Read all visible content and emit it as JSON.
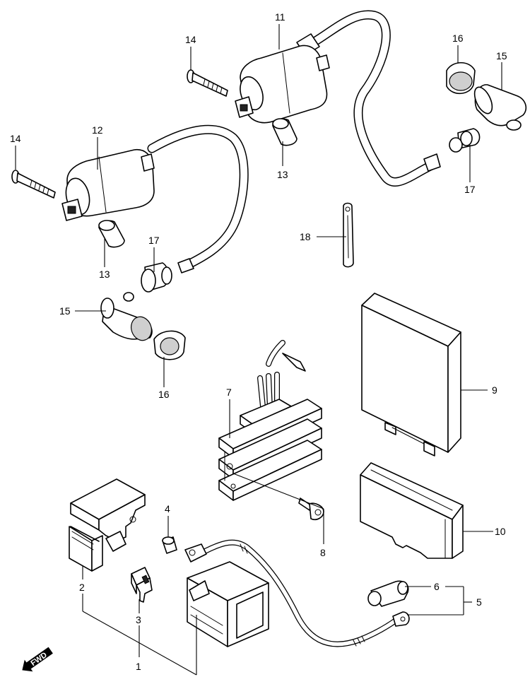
{
  "callouts": {
    "c1": "1",
    "c2": "2",
    "c3": "3",
    "c4": "4",
    "c5": "5",
    "c6": "6",
    "c7": "7",
    "c8": "8",
    "c9": "9",
    "c10": "10",
    "c11": "11",
    "c12": "12",
    "c13a": "13",
    "c13b": "13",
    "c14a": "14",
    "c14b": "14",
    "c15a": "15",
    "c15b": "15",
    "c16a": "16",
    "c16b": "16",
    "c17a": "17",
    "c17b": "17",
    "c18": "18"
  },
  "direction_badge": {
    "text": "FWD"
  }
}
